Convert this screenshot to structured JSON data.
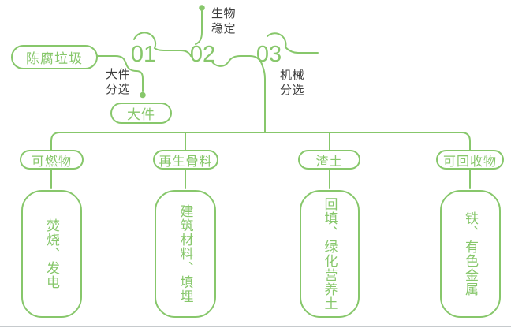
{
  "palette": {
    "green": "#87C76B",
    "dark": "#3C3C3C",
    "bottom_edge": "#c6cacd"
  },
  "source": {
    "label": "陈腐垃圾"
  },
  "stages": [
    {
      "number": "01",
      "annotation": "大件\n分选",
      "annotation_position": "below"
    },
    {
      "number": "02",
      "annotation": "生物\n稳定",
      "annotation_position": "above"
    },
    {
      "number": "03",
      "annotation": "机械\n分选",
      "annotation_position": "below"
    }
  ],
  "bulky_output": {
    "label": "大件"
  },
  "streams": [
    {
      "category": "可燃物",
      "destination": "焚烧、发电"
    },
    {
      "category": "再生骨料",
      "destination": "建筑材料、填埋"
    },
    {
      "category": "渣土",
      "destination": "回填、绿化营养土"
    },
    {
      "category": "可回收物",
      "destination": "铁、有色金属"
    }
  ]
}
